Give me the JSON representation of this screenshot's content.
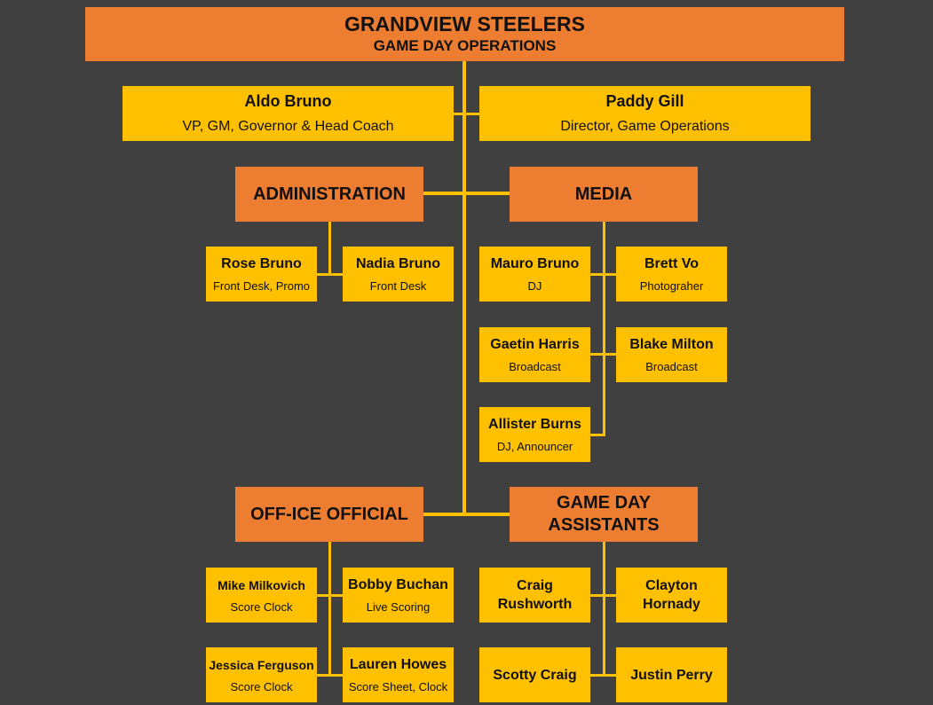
{
  "header": {
    "title": "GRANDVIEW STEELERS",
    "subtitle": "GAME DAY OPERATIONS"
  },
  "leaders": [
    {
      "name": "Aldo Bruno",
      "role": "VP, GM, Governor & Head Coach"
    },
    {
      "name": "Paddy Gill",
      "role": "Director, Game Operations"
    }
  ],
  "departments": {
    "administration": "ADMINISTRATION",
    "media": "MEDIA",
    "officials": "OFF-ICE OFFICIAL",
    "assistants_line1": "GAME DAY",
    "assistants_line2": "ASSISTANTS"
  },
  "administration": [
    {
      "name": "Rose Bruno",
      "role": "Front Desk, Promo"
    },
    {
      "name": "Nadia Bruno",
      "role": "Front Desk"
    }
  ],
  "media": [
    {
      "name": "Mauro Bruno",
      "role": "DJ"
    },
    {
      "name": "Brett Vo",
      "role": "Photograher"
    },
    {
      "name": "Gaetin Harris",
      "role": "Broadcast"
    },
    {
      "name": "Blake Milton",
      "role": "Broadcast"
    },
    {
      "name": "Allister Burns",
      "role": "DJ, Announcer"
    }
  ],
  "officials": [
    {
      "name": "Mike Milkovich",
      "role": "Score Clock"
    },
    {
      "name": "Bobby Buchan",
      "role": "Live Scoring"
    },
    {
      "name": "Jessica Ferguson",
      "role": "Score Clock"
    },
    {
      "name": "Lauren Howes",
      "role": "Score Sheet, Clock"
    }
  ],
  "assistants": [
    {
      "line1": "Craig",
      "line2": "Rushworth"
    },
    {
      "line1": "Clayton",
      "line2": "Hornady"
    },
    {
      "line1": "Scotty Craig"
    },
    {
      "line1": "Justin Perry"
    }
  ],
  "colors": {
    "background": "#404040",
    "orange": "#ED7D31",
    "yellow": "#FFC000"
  }
}
